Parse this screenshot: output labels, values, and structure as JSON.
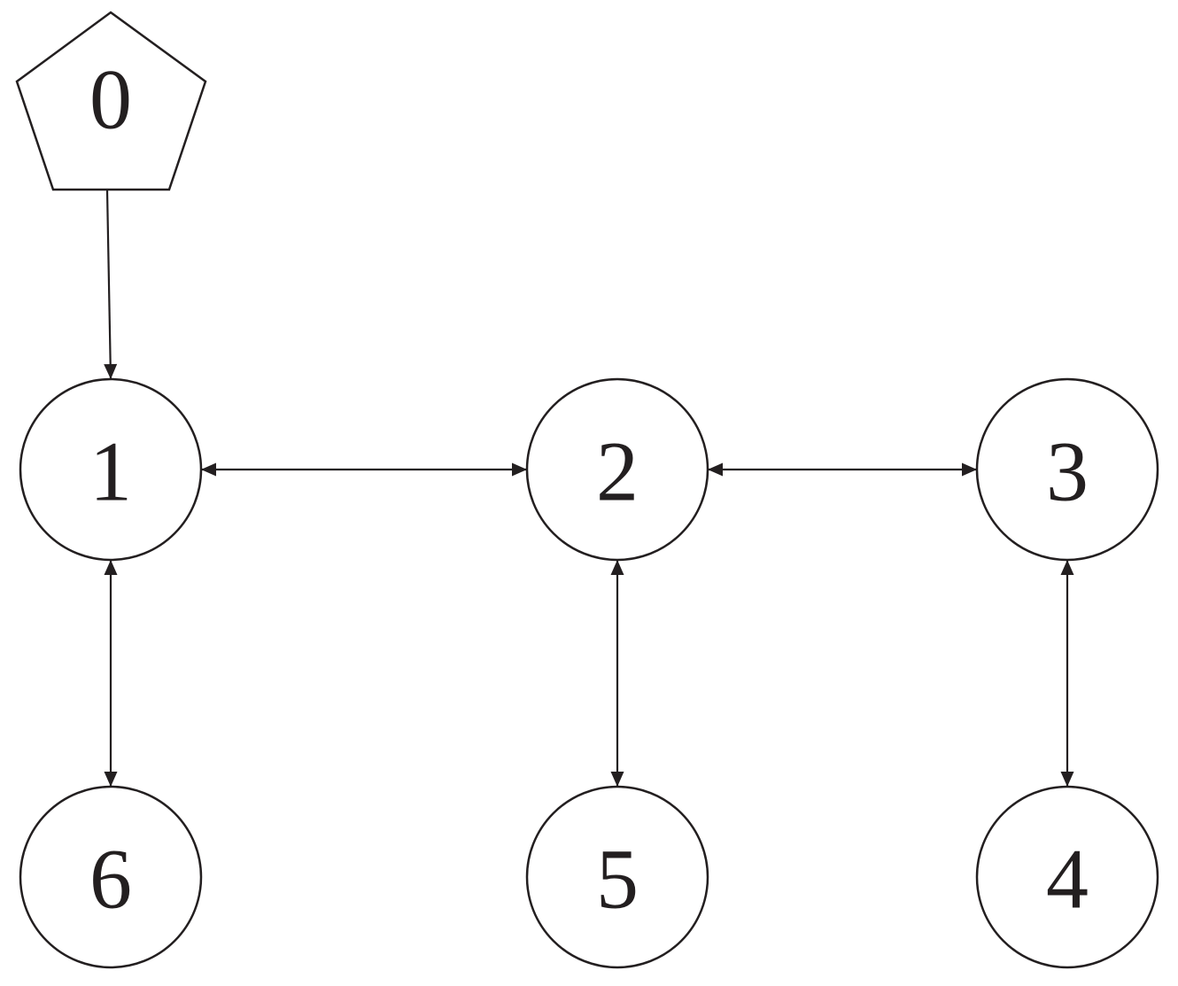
{
  "diagram": {
    "nodes": [
      {
        "id": "0",
        "label": "0",
        "shape": "pentagon"
      },
      {
        "id": "1",
        "label": "1",
        "shape": "circle"
      },
      {
        "id": "2",
        "label": "2",
        "shape": "circle"
      },
      {
        "id": "3",
        "label": "3",
        "shape": "circle"
      },
      {
        "id": "4",
        "label": "4",
        "shape": "circle"
      },
      {
        "id": "5",
        "label": "5",
        "shape": "circle"
      },
      {
        "id": "6",
        "label": "6",
        "shape": "circle"
      }
    ],
    "edges": [
      {
        "from": "0",
        "to": "1",
        "direction": "forward"
      },
      {
        "from": "1",
        "to": "2",
        "direction": "both"
      },
      {
        "from": "2",
        "to": "3",
        "direction": "both"
      },
      {
        "from": "1",
        "to": "6",
        "direction": "both"
      },
      {
        "from": "2",
        "to": "5",
        "direction": "both"
      },
      {
        "from": "3",
        "to": "4",
        "direction": "both"
      }
    ],
    "colors": {
      "stroke": "#231f20",
      "fill": "#ffffff"
    }
  }
}
